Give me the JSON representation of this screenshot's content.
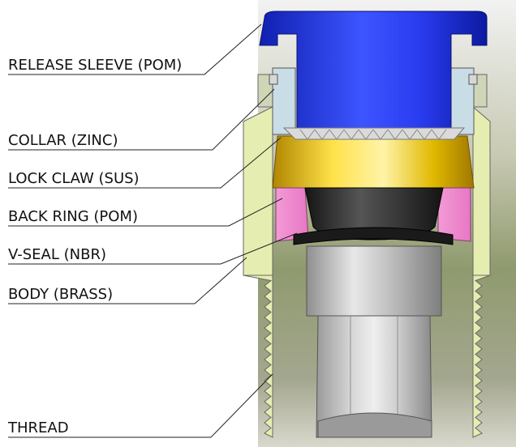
{
  "labels": [
    {
      "id": "release-sleeve",
      "text": "RELEASE SLEEVE (POM)"
    },
    {
      "id": "collar",
      "text": "COLLAR (ZINC)"
    },
    {
      "id": "lock-claw",
      "text": "LOCK CLAW (SUS)"
    },
    {
      "id": "back-ring",
      "text": "BACK RING (POM)"
    },
    {
      "id": "v-seal",
      "text": "V-SEAL (NBR)"
    },
    {
      "id": "body",
      "text": "BODY (BRASS)"
    },
    {
      "id": "thread",
      "text": "THREAD"
    }
  ],
  "colors": {
    "release_sleeve": "#2233dd",
    "collar": "#c9dde6",
    "lock_claw": "#e0b800",
    "back_ring": "#ee88cc",
    "v_seal": "#2e2e2e",
    "body": "#e6edb0",
    "metal": "#b8b8b8"
  }
}
